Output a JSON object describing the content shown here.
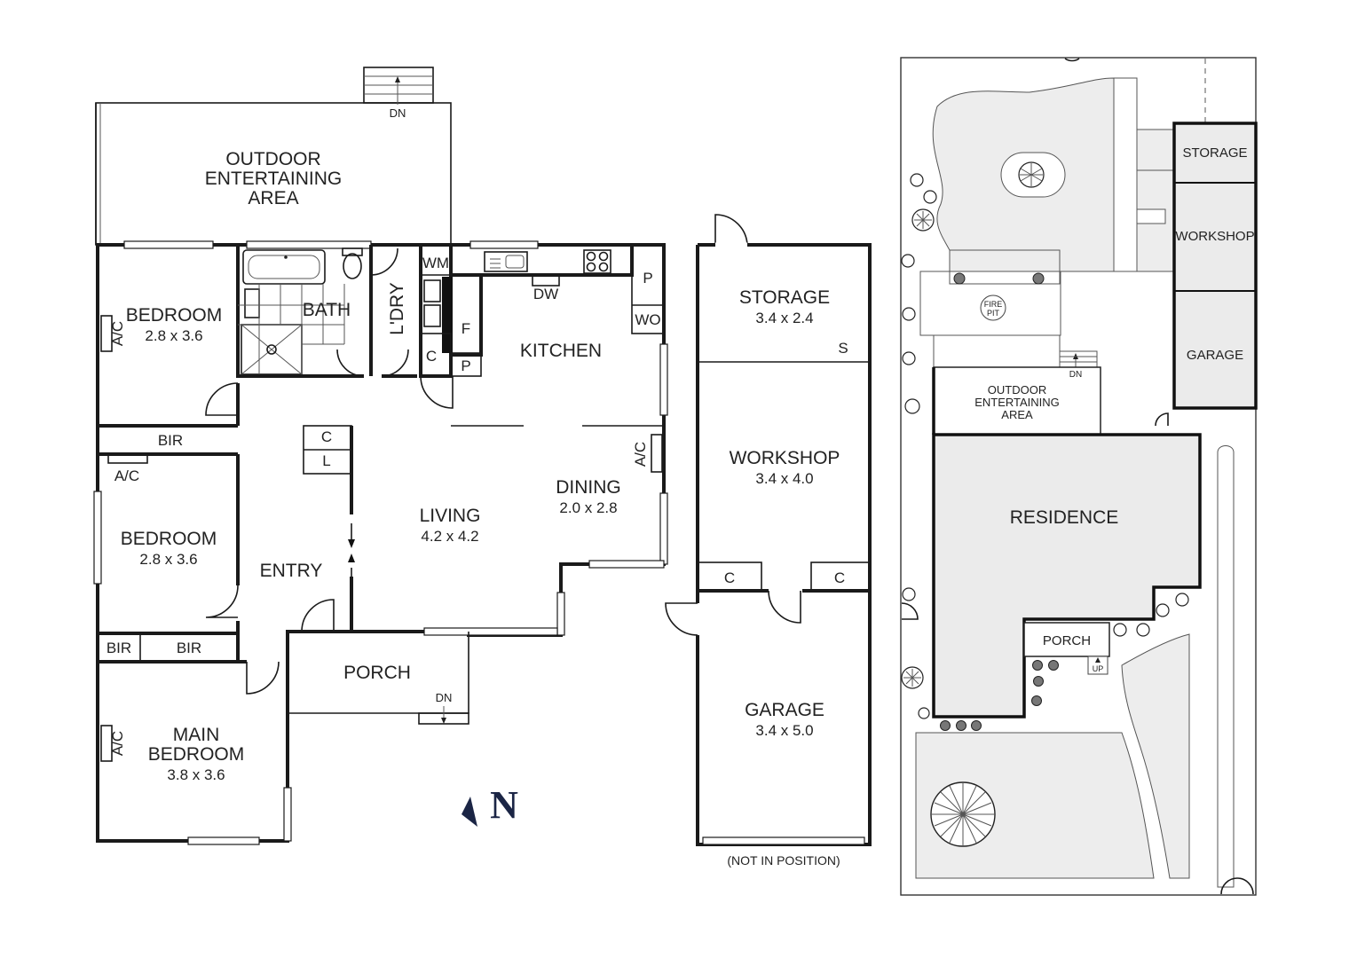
{
  "ground_floor": {
    "outdoor_area": {
      "line1": "OUTDOOR",
      "line2": "ENTERTAINING",
      "line3": "AREA",
      "stairs": "DN"
    },
    "bedroom_1": {
      "name": "BEDROOM",
      "dim": "2.8 x 3.6",
      "ac": "A/C"
    },
    "bir_1": "BIR",
    "bedroom_2": {
      "name": "BEDROOM",
      "dim": "2.8 x 3.6",
      "ac": "A/C"
    },
    "bir_2": "BIR",
    "bir_3": "BIR",
    "main_bedroom": {
      "line1": "MAIN",
      "line2": "BEDROOM",
      "dim": "3.8 x 3.6",
      "ac": "A/C"
    },
    "bath": "BATH",
    "laundry": "L'DRY",
    "wm": "WM",
    "c_laundry": "C",
    "p_laundry": "P",
    "f": "F",
    "kitchen": "KITCHEN",
    "dw": "DW",
    "p_kitchen": "P",
    "wo": "WO",
    "c_hall": "C",
    "l_hall": "L",
    "entry": "ENTRY",
    "living": {
      "name": "LIVING",
      "dim": "4.2 x 4.2"
    },
    "dining": {
      "name": "DINING",
      "dim": "2.0 x 2.8",
      "ac": "A/C"
    },
    "porch": {
      "name": "PORCH",
      "stairs": "DN"
    },
    "north": "N"
  },
  "outbuilding": {
    "storage": {
      "name": "STORAGE",
      "dim": "3.4 x 2.4",
      "s": "S"
    },
    "workshop": {
      "name": "WORKSHOP",
      "dim": "3.4 x 4.0"
    },
    "c_left": "C",
    "c_right": "C",
    "garage": {
      "name": "GARAGE",
      "dim": "3.4 x 5.0"
    },
    "note": "(NOT IN POSITION)"
  },
  "site_plan": {
    "storage": "STORAGE",
    "workshop": "WORKSHOP",
    "garage": "GARAGE",
    "fire_pit_1": "FIRE",
    "fire_pit_2": "PIT",
    "outdoor_1": "OUTDOOR",
    "outdoor_2": "ENTERTAINING",
    "outdoor_3": "AREA",
    "dn": "DN",
    "residence": "RESIDENCE",
    "porch": "PORCH",
    "up": "UP"
  }
}
